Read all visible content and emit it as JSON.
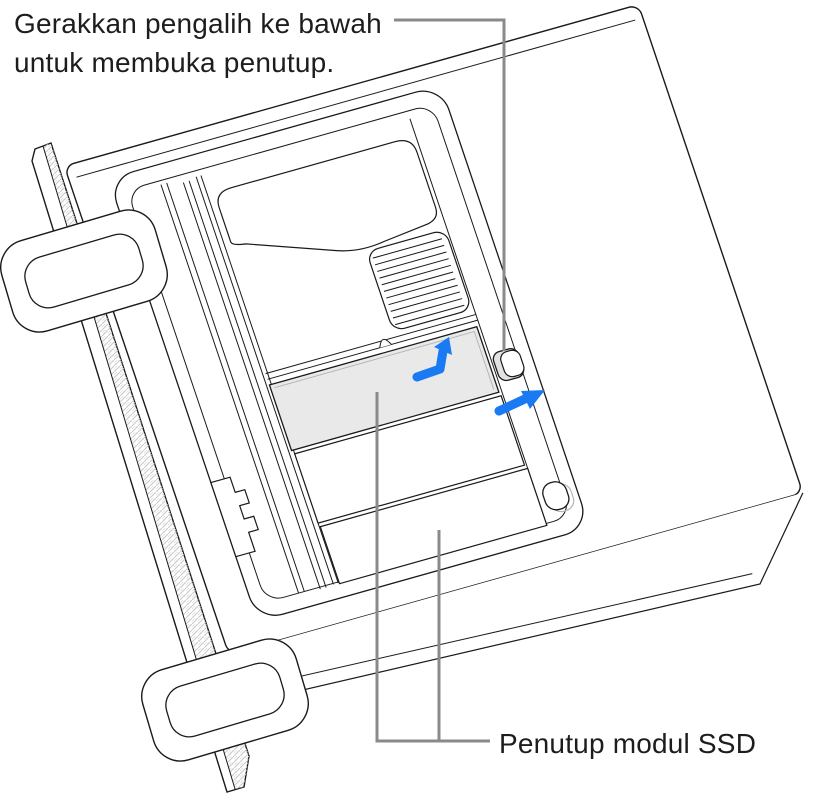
{
  "illustration": {
    "alt": "Mac Pro lying on its side with side panel removed, showing SSD module covers, a lock switch and blue direction arrows",
    "colors": {
      "accent_blue": "#1a7af4",
      "callout_gray": "#8a8a8a",
      "text": "#1d1d1f",
      "line": "#1a1a1a",
      "cover_fill": "#e9e9e9",
      "switch_fill": "#e2e2e2"
    }
  },
  "callouts": {
    "top": {
      "line1": "Gerakkan pengalih ke bawah",
      "line2": "untuk membuka penutup."
    },
    "bottom": {
      "label": "Penutup modul SSD"
    }
  }
}
